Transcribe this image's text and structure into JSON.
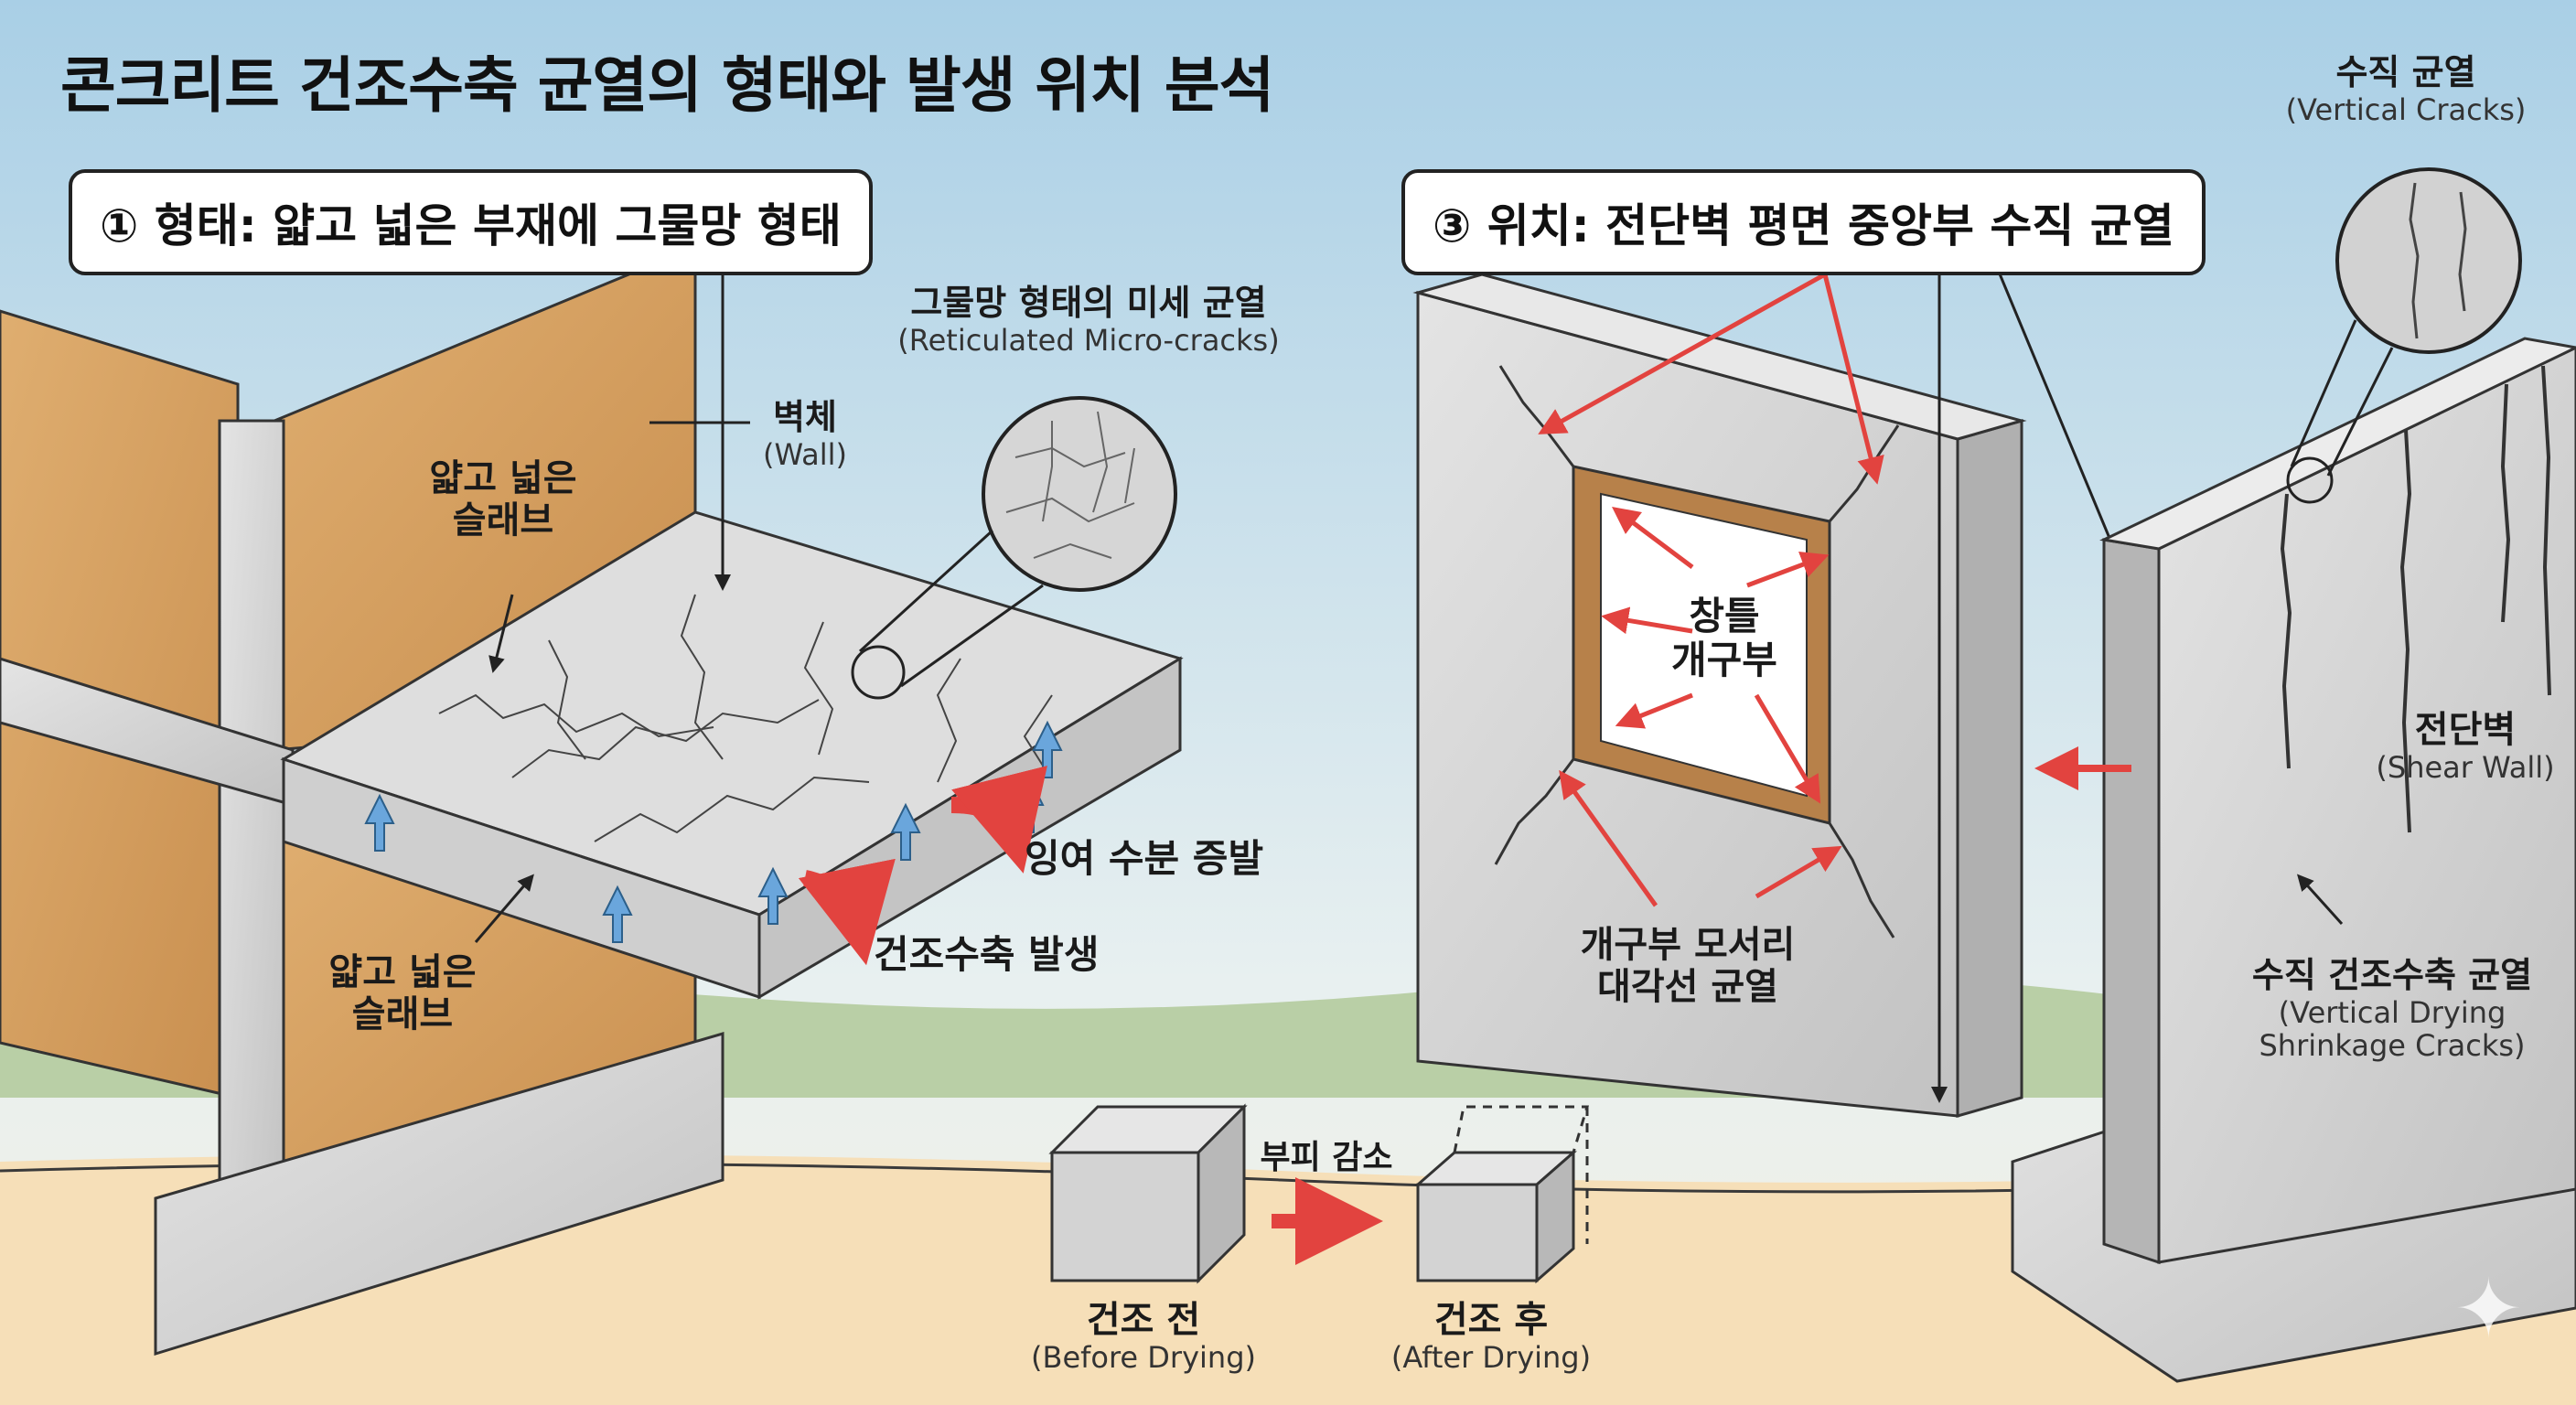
{
  "title": "콘크리트 건조수축 균열의 형태와 발생 위치 분석",
  "section_form": "① 형태: 얇고 넓은 부재에 그물망 형태",
  "section_location": "③ 위치: 전단벽 평면 중앙부 수직 균열",
  "labels": {
    "micro_cracks_ko": "그물망 형태의 미세 균열",
    "micro_cracks_en": "(Reticulated Micro-cracks)",
    "wall_ko": "벽체",
    "wall_en": "(Wall)",
    "slab_top_line1": "얇고 넓은",
    "slab_top_line2": "슬래브",
    "slab_bottom_line1": "얇고 넓은",
    "slab_bottom_line2": "슬래브",
    "evaporation": "잉여 수분 증발",
    "shrinkage": "건조수축 발생",
    "window_line1": "창틀",
    "window_line2": "개구부",
    "diagonal_line1": "개구부 모서리",
    "diagonal_line2": "대각선 균열",
    "vertical_ko": "수직 균열",
    "vertical_en": "(Vertical Cracks)",
    "shear_ko": "전단벽",
    "shear_en": "(Shear Wall)",
    "vds_ko": "수직 건조수축 균열",
    "vds_en_line1": "(Vertical Drying",
    "vds_en_line2": "Shrinkage Cracks)",
    "volume": "부피 감소",
    "before_ko": "건조 전",
    "before_en": "(Before Drying)",
    "after_ko": "건조 후",
    "after_en": "(After Drying)"
  },
  "colors": {
    "sky_top": "#a9cfe6",
    "ground": "#f6dfb8",
    "concrete": "#d7d7d7",
    "wood": "#d9a76a",
    "red_arrow": "#e2433f",
    "blue_arrow": "#6aa6dc"
  },
  "icons": [
    "star-sparkle-icon"
  ]
}
